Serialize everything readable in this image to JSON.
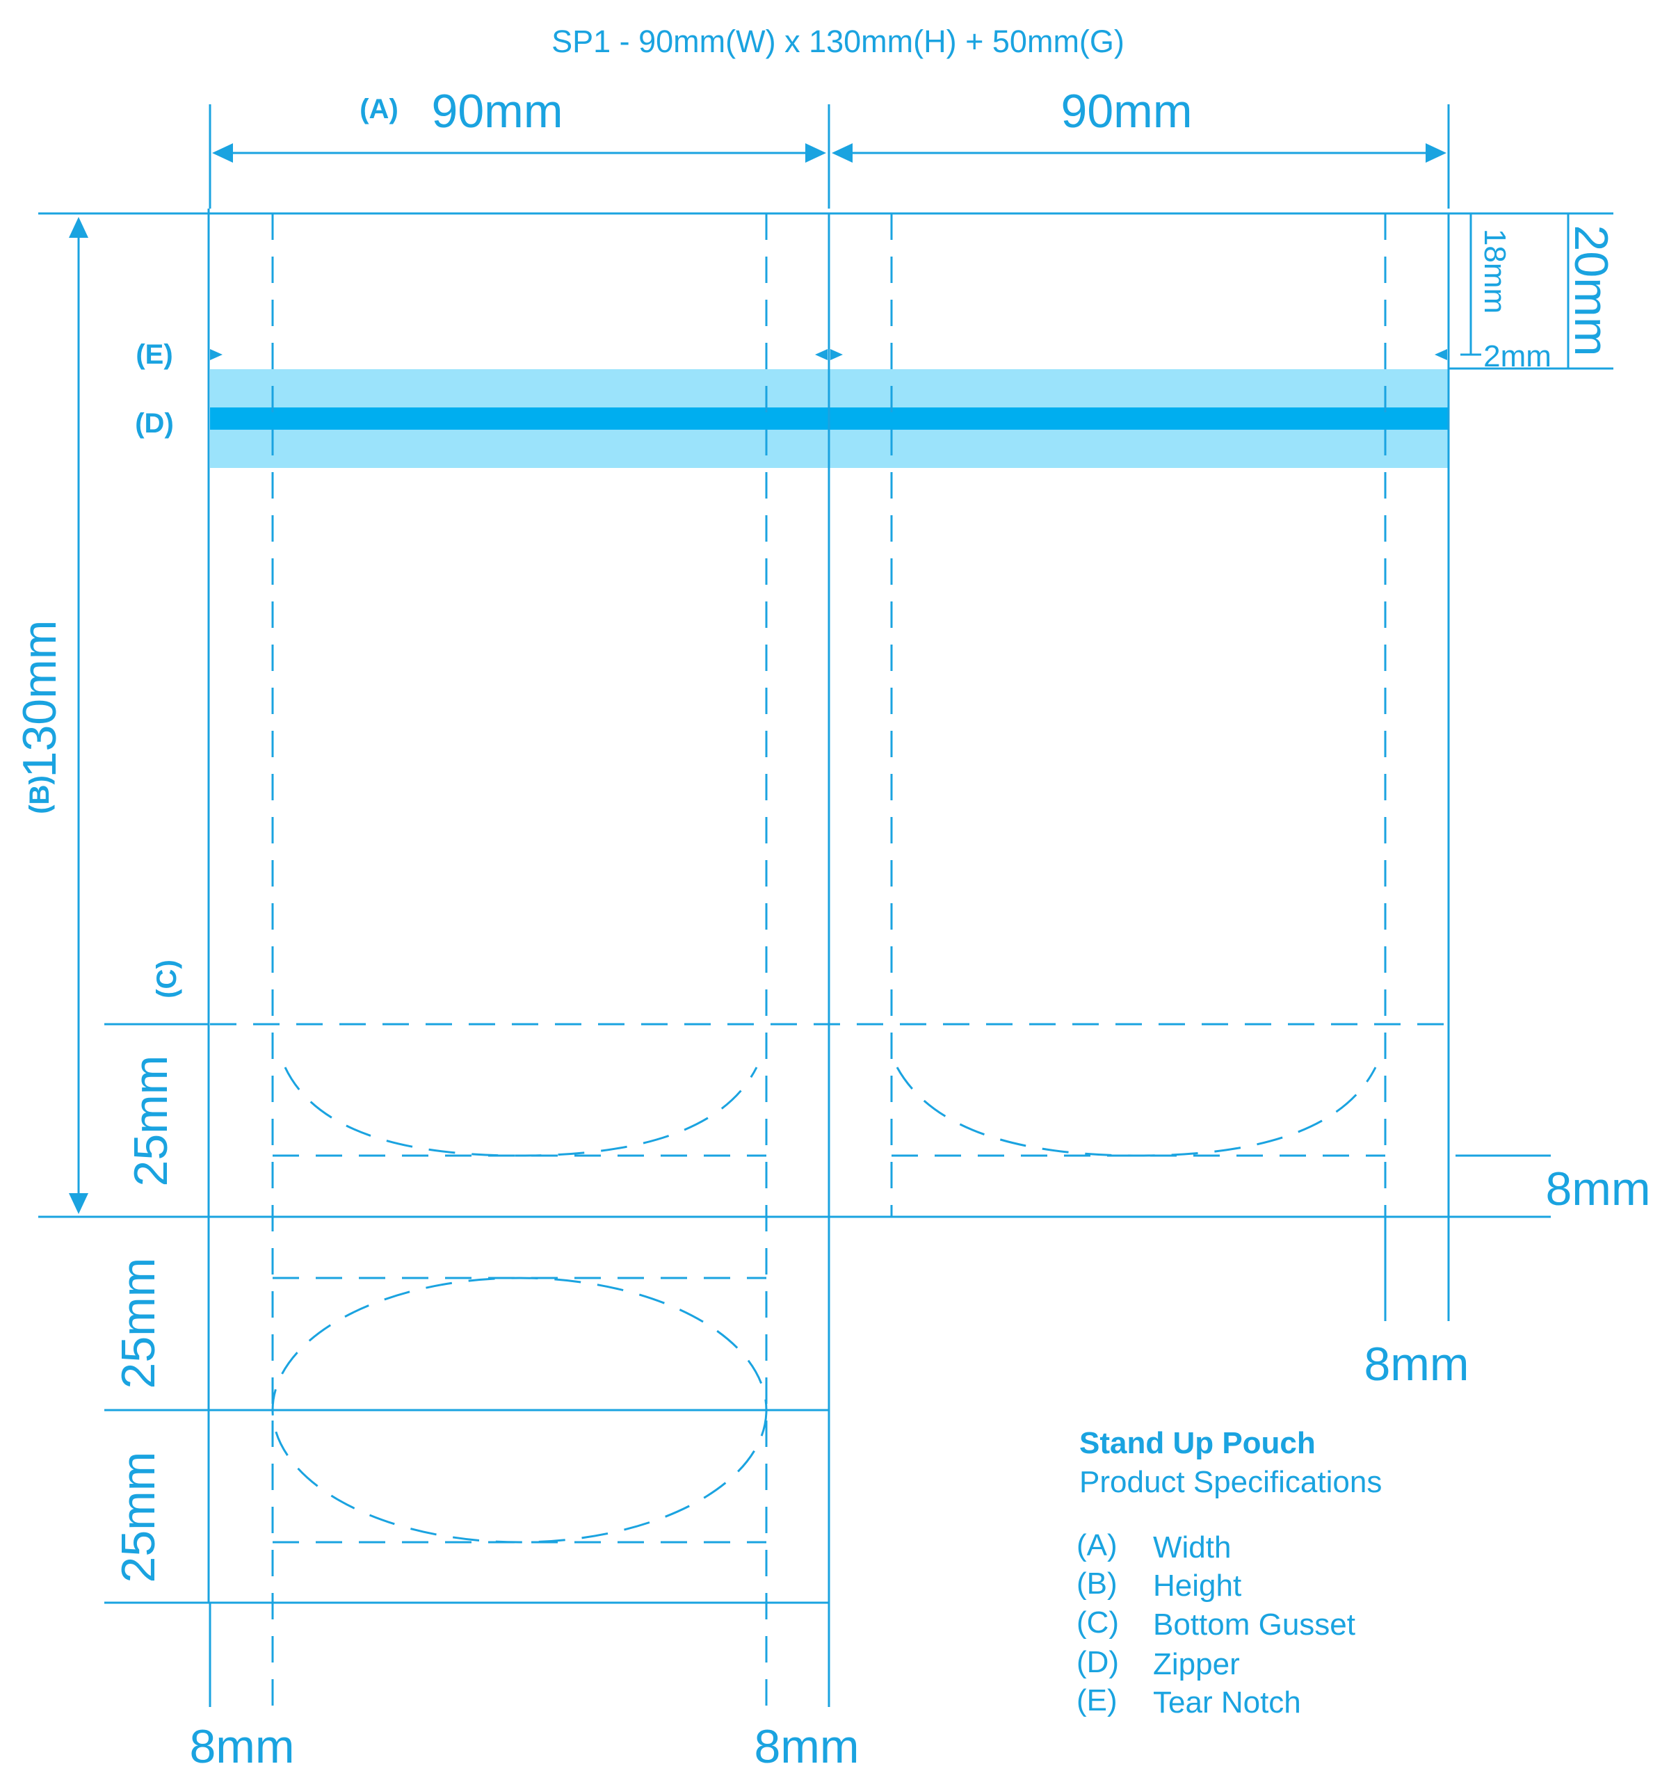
{
  "title": "SP1 - 90mm(W) x 130mm(H) + 50mm(G)",
  "dimensions": {
    "width_left": "90mm",
    "width_right": "90mm",
    "height": "130mm",
    "zipper_outer": "20mm",
    "zipper_inner": "18mm",
    "zipper_gap": "2mm",
    "gusset_front": "25mm",
    "gusset_back_top": "25mm",
    "gusset_back_bottom": "25mm",
    "seal_right": "8mm",
    "seal_bottom_right": "8mm",
    "seal_bottom_left": "8mm",
    "seal_bottom_mid": "8mm"
  },
  "markers": {
    "a": "(A)",
    "b": "(B)",
    "c": "(C)",
    "d": "(D)",
    "e": "(E)"
  },
  "legend": {
    "heading": "Stand Up Pouch",
    "subheading": "Product Specifications",
    "items": [
      {
        "key": "(A)",
        "label": "Width"
      },
      {
        "key": "(B)",
        "label": "Height"
      },
      {
        "key": "(C)",
        "label": "Bottom Gusset"
      },
      {
        "key": "(D)",
        "label": "Zipper"
      },
      {
        "key": "(E)",
        "label": "Tear Notch"
      }
    ]
  },
  "colors": {
    "line": "#1aa3e0",
    "zipper_band": "#9be3fb",
    "zipper_core": "#00aeef"
  }
}
